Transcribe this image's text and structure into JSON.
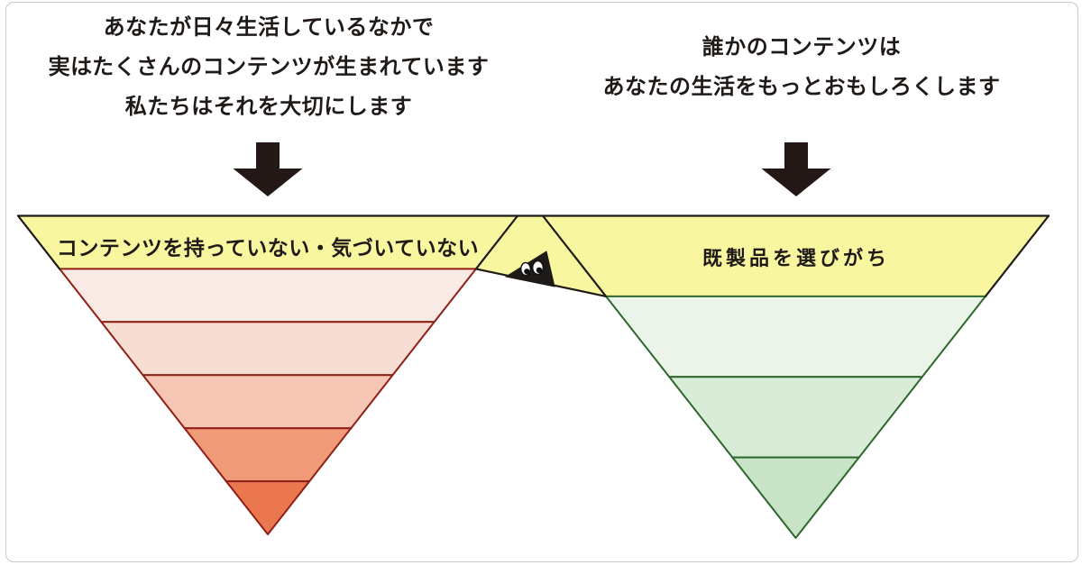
{
  "messages": {
    "left": [
      "あなたが日々生活しているなかで",
      "実はたくさんのコンテンツが生まれています",
      "私たちはそれを大切にします"
    ],
    "right": [
      "誰かのコンテンツは",
      "あなたの生活をもっとおもしろくします"
    ]
  },
  "funnels": {
    "left": {
      "label": "コンテンツを持っていない・気づいていない",
      "bands": 6
    },
    "right": {
      "label": "既製品を選びがち",
      "bands": 4
    }
  },
  "icons": {
    "left_arrow": "down-arrow",
    "right_arrow": "down-arrow",
    "creature": "peeking-character"
  },
  "colors": {
    "yellow": "#F8F7A0",
    "left_outline": "#8F2017",
    "left_b2": "#FAEAE6",
    "left_b3": "#F8DDD2",
    "left_b4": "#F5C6B3",
    "left_b5": "#F19A78",
    "left_b6": "#EA774E",
    "right_outline": "#2E682E",
    "right_b2": "#EAF4E9",
    "right_b3": "#D9ECD7",
    "right_b4": "#C8E3C6",
    "black_line": "#1E1A17",
    "arrow": "#231815",
    "text": "#1F1A17",
    "border": "#C9C9C9"
  }
}
